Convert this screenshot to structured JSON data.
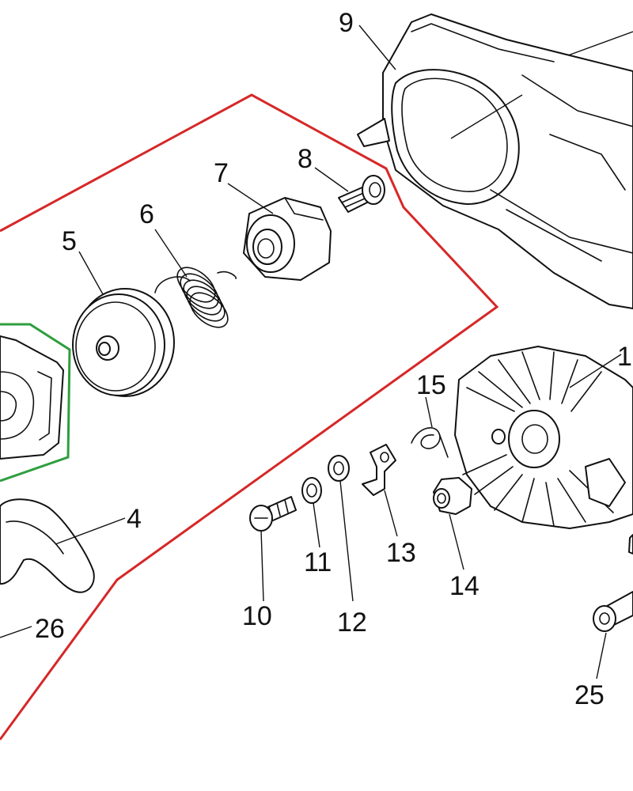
{
  "diagram": {
    "colors": {
      "boundary_red": "#d62828",
      "boundary_green": "#2e9e3e",
      "linework": "#111111"
    },
    "callouts": [
      {
        "id": "c4",
        "label": "4"
      },
      {
        "id": "c5",
        "label": "5"
      },
      {
        "id": "c6",
        "label": "6"
      },
      {
        "id": "c7",
        "label": "7"
      },
      {
        "id": "c8",
        "label": "8"
      },
      {
        "id": "c9",
        "label": "9"
      },
      {
        "id": "c10",
        "label": "10"
      },
      {
        "id": "c11",
        "label": "11"
      },
      {
        "id": "c12",
        "label": "12"
      },
      {
        "id": "c13",
        "label": "13"
      },
      {
        "id": "c14",
        "label": "14"
      },
      {
        "id": "c15",
        "label": "15"
      },
      {
        "id": "c1",
        "label": "1"
      },
      {
        "id": "c25",
        "label": "25"
      },
      {
        "id": "c26",
        "label": "26"
      }
    ]
  }
}
